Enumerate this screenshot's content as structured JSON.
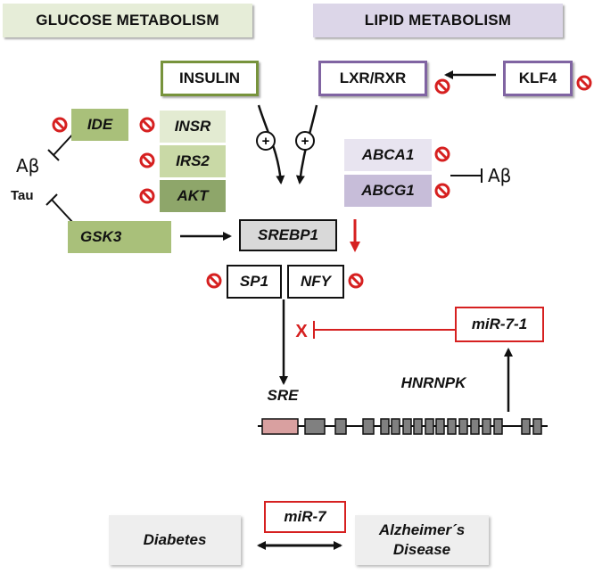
{
  "headers": {
    "glucose": "GLUCOSE METABOLISM",
    "lipid": "LIPID METABOLISM"
  },
  "nodes": {
    "insulin": "INSULIN",
    "lxr_rxr": "LXR/RXR",
    "klf4": "KLF4",
    "ide": "IDE",
    "insr": "INSR",
    "irs2": "IRS2",
    "akt": "AKT",
    "gsk3": "GSK3",
    "abca1": "ABCA1",
    "abcg1": "ABCG1",
    "srebp1": "SREBP1",
    "sp1": "SP1",
    "nfy": "NFY",
    "mir_7_1": "miR-7-1",
    "sre": "SRE",
    "hnrnpk": "HNRNPK",
    "mir_7": "miR-7",
    "diabetes": "Diabetes",
    "alzheimers_line1": "Alzheimer´s",
    "alzheimers_line2": "Disease"
  },
  "labels": {
    "abeta_left": "Aβ",
    "tau": "Tau",
    "abeta_right": "Aβ",
    "block_x": "X",
    "plus": "+"
  },
  "colors": {
    "glucose_header_bg": "#e6edd8",
    "lipid_header_bg": "#dcd6e8",
    "insulin_border": "#77933c",
    "lipid_border": "#8064a2",
    "green_light": "#e3ebd2",
    "green_mid": "#c3d69b",
    "green_dark": "#8ea66a",
    "purple_light": "#e8e4f0",
    "purple_mid": "#c7bdd9",
    "red": "#d62020",
    "srebp_bg": "#d9d9d9",
    "grey_panel": "#eeeeee",
    "exon_pink": "#d9a0a0",
    "exon_grey": "#808080"
  }
}
